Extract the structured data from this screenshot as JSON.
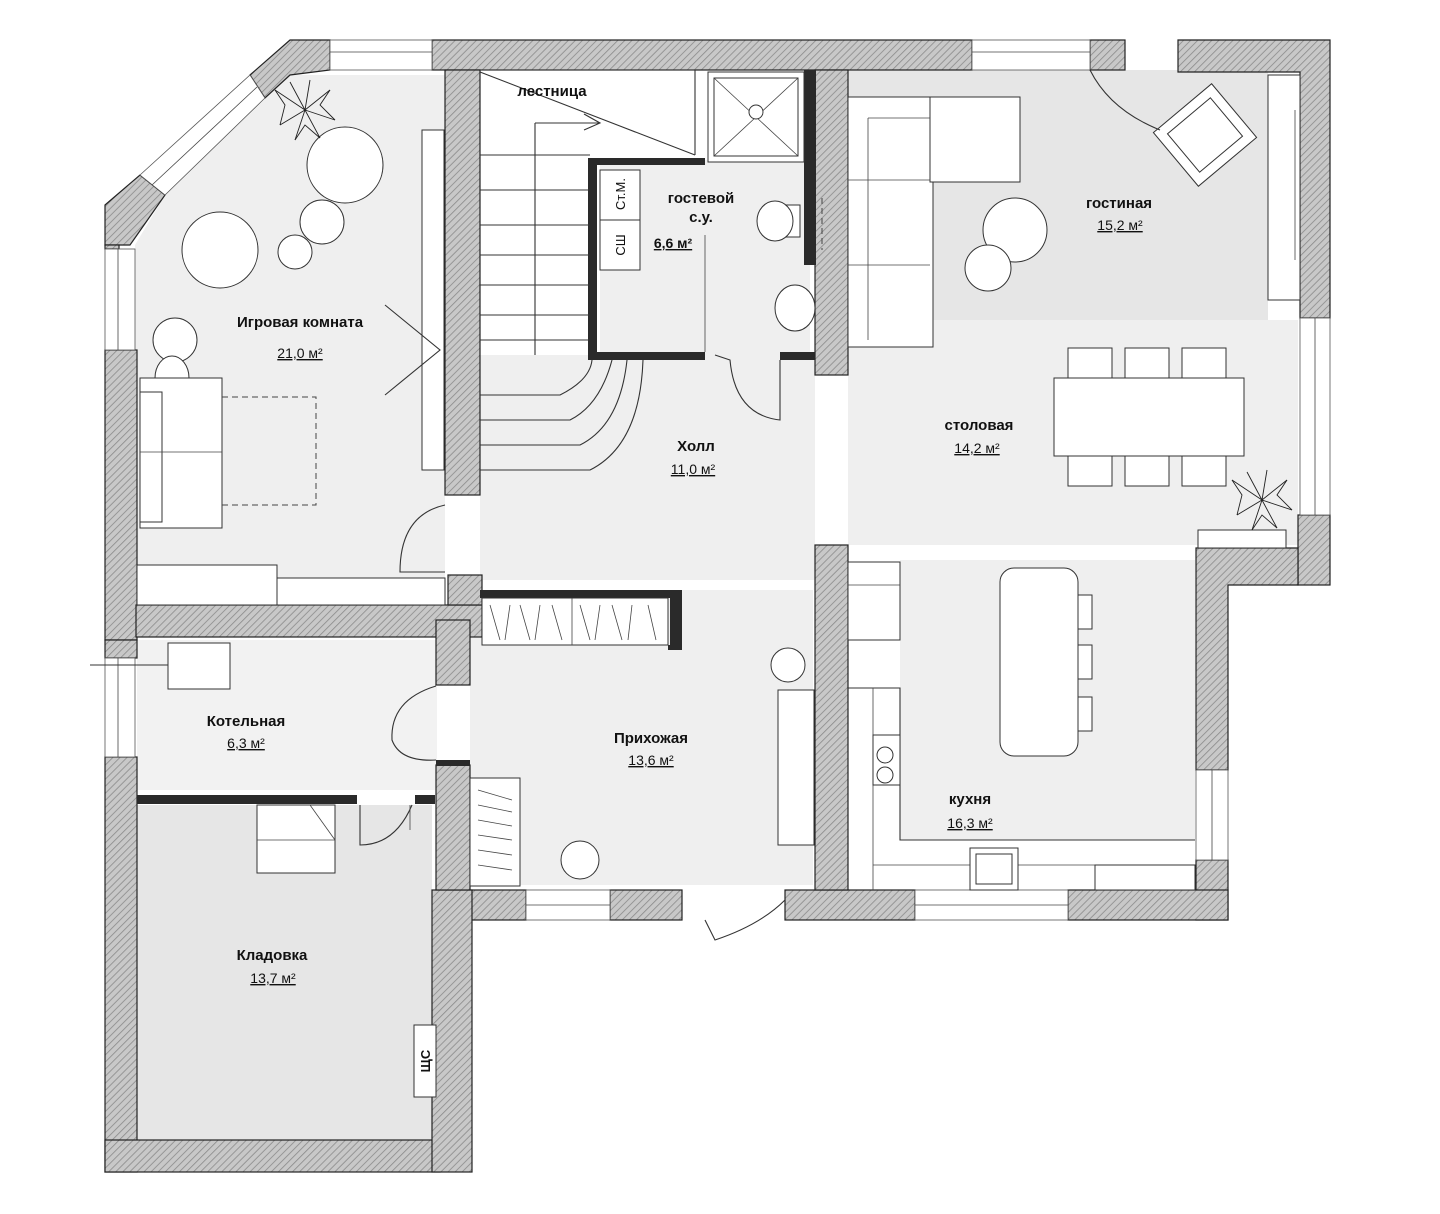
{
  "rooms": [
    {
      "id": "game-room",
      "name": "Игровая комната",
      "area": "21,0 м²"
    },
    {
      "id": "stairs",
      "name": "лестница",
      "area": ""
    },
    {
      "id": "guest-wc",
      "name": "гостевой\nс.у.",
      "area": "6,6 м²"
    },
    {
      "id": "living",
      "name": "гостиная",
      "area": "15,2 м²"
    },
    {
      "id": "hall",
      "name": "Холл",
      "area": "11,0 м²"
    },
    {
      "id": "dining",
      "name": "столовая",
      "area": "14,2 м²"
    },
    {
      "id": "boiler",
      "name": "Котельная",
      "area": "6,3 м²"
    },
    {
      "id": "entrance",
      "name": "Прихожая",
      "area": "13,6 м²"
    },
    {
      "id": "kitchen",
      "name": "кухня",
      "area": "16,3 м²"
    },
    {
      "id": "storage",
      "name": "Кладовка",
      "area": "13,7 м²"
    }
  ],
  "labels": {
    "washer": "Ст.М.",
    "dryer": "СШ",
    "panel": "ЩС"
  },
  "colors": {
    "wall_hatch": "#9a9a9a",
    "floor": "#efefef",
    "partition": "#2a2a2a"
  }
}
